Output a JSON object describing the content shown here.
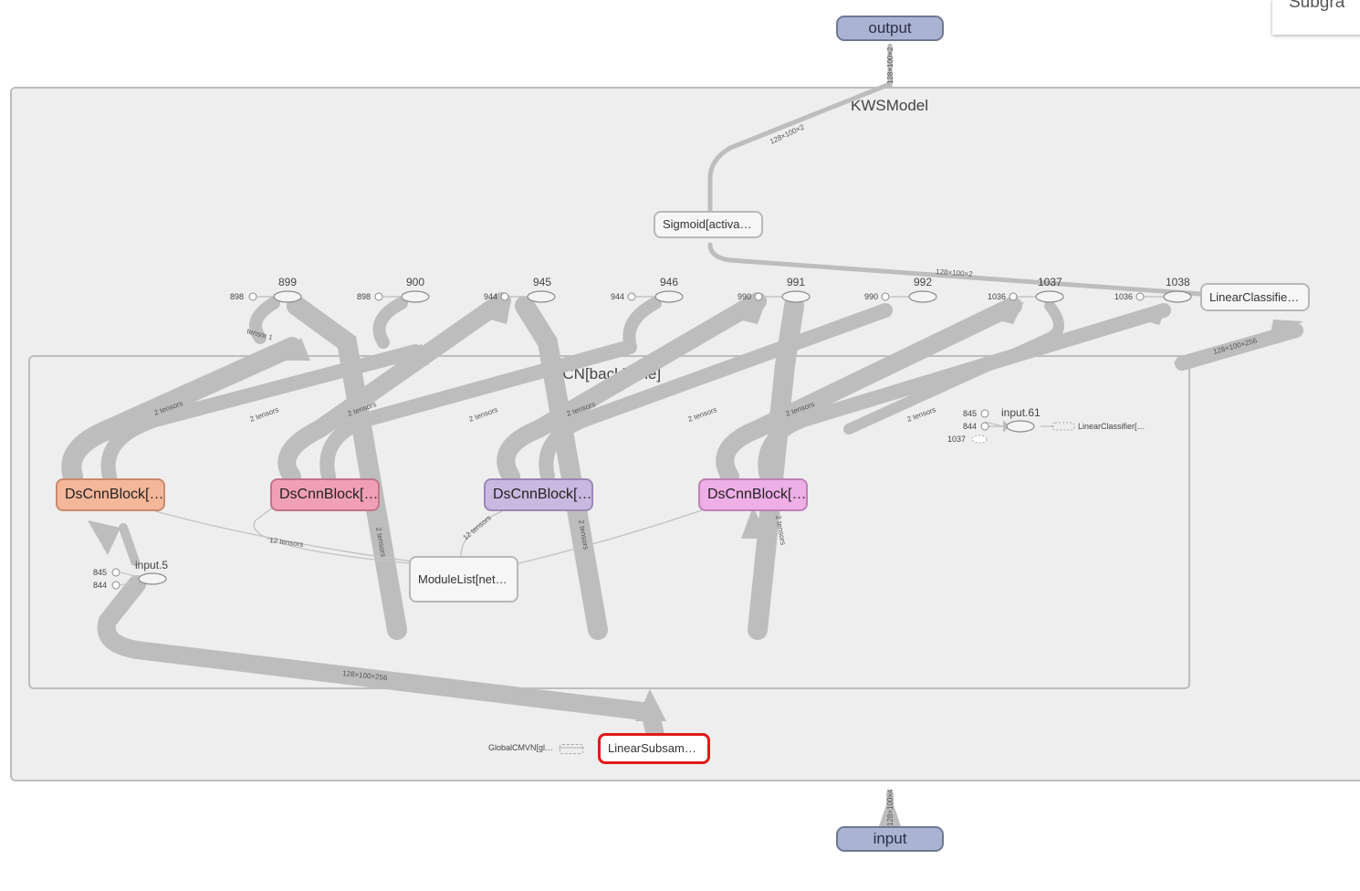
{
  "graph": {
    "outer_group": {
      "title": "KWSModel"
    },
    "inner_group": {
      "title": "TCN[backbone]",
      "collapse_glyph": "−"
    },
    "io": {
      "output": "output",
      "input": "input"
    },
    "ops": {
      "sigmoid": "Sigmoid[activati…",
      "linear_classifier": "LinearClassifier…",
      "module_list": "ModuleList[netw…",
      "linear_subsampling": "LinearSubsampl…",
      "global_cmvn": "GlobalCMVN[gl…",
      "inner_linear_classifier": "LinearClassifier[…"
    },
    "blocks": [
      {
        "label": "DsCnnBlock[…",
        "color": "#f4b79a",
        "border": "#c98a6e"
      },
      {
        "label": "DsCnnBlock[…",
        "color": "#f0a0b6",
        "border": "#c37489"
      },
      {
        "label": "DsCnnBlock[…",
        "color": "#c9b8e0",
        "border": "#9a88b6"
      },
      {
        "label": "DsCnnBlock[…",
        "color": "#eeaee6",
        "border": "#be80b6"
      }
    ],
    "oval_labels": [
      "899",
      "900",
      "945",
      "946",
      "991",
      "992",
      "1037",
      "1038"
    ],
    "const_labels": [
      "898",
      "898",
      "944",
      "944",
      "990",
      "990",
      "1036",
      "1036"
    ],
    "input5": {
      "label": "input.5",
      "c1": "845",
      "c2": "844"
    },
    "input61": {
      "label": "input.61",
      "c1": "845",
      "c2": "844",
      "c3": "1037"
    },
    "edge_labels": {
      "output_shape": "128×100×2",
      "sigmoid_out": "128×100×2",
      "classifier_out": "128×100×2",
      "backbone_out": "128×100×256",
      "subsample_out": "128×100×256",
      "input_shape": "128×100×4",
      "two_tensors": "2 tensors",
      "twelve_tensors": "12 tensors",
      "tensor_1": "tensor 1"
    },
    "panel_stub": "Subgra",
    "accent_selected": "#e01a1a"
  }
}
